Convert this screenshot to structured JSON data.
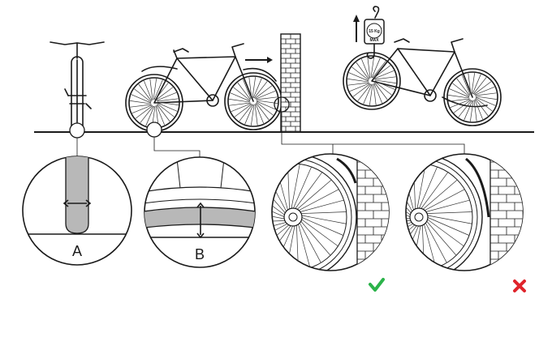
{
  "figure": {
    "labels": {
      "tire_width": "A",
      "tire_height": "B",
      "hook_weight": "15 Kg",
      "hook_max": "MAX"
    },
    "colors": {
      "ink": "#1a1a1a",
      "tire_fill": "#b8b8b8",
      "ok_mark": "#2bb34a",
      "bad_mark": "#e0242b"
    },
    "icons": [
      "ok-check-icon",
      "bad-cross-icon",
      "up-arrow-icon",
      "right-arrow-icon"
    ]
  }
}
